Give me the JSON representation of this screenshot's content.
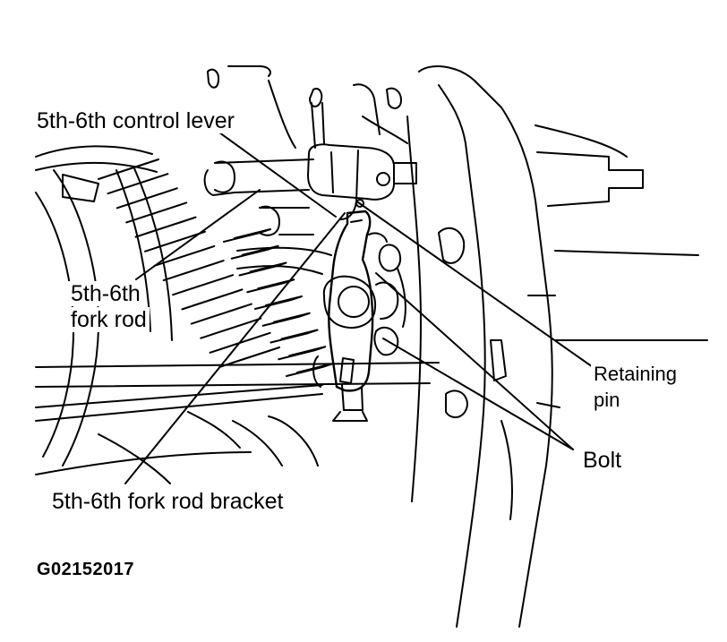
{
  "labels": {
    "control_lever": "5th-6th control lever",
    "fork_rod_line1": "5th-6th",
    "fork_rod_line2": "fork rod",
    "retaining_line1": "Retaining",
    "retaining_line2": "pin",
    "bolt": "Bolt",
    "bracket": "5th-6th fork rod bracket"
  },
  "figure_code": "G02152017",
  "colors": {
    "line": "#000000",
    "background": "#ffffff"
  }
}
